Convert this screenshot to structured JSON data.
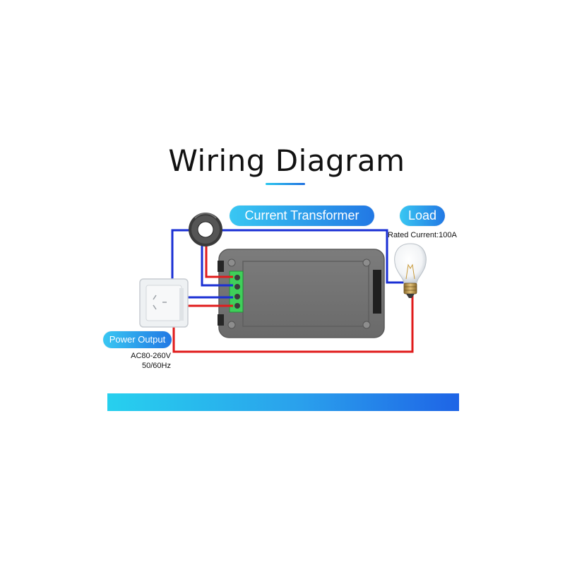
{
  "title": "Wiring Diagram",
  "labels": {
    "current_transformer": "Current Transformer",
    "load": "Load",
    "rated_current": "Rated Current:100A",
    "power_output": "Power Output",
    "voltage": "AC80-260V",
    "frequency": "50/60Hz"
  },
  "colors": {
    "live_wire": "#e01b1b",
    "neutral_wire": "#1a2fd4",
    "accent_start": "#38c6f0",
    "accent_end": "#1d6fe0",
    "meter_body": "#757575"
  },
  "icons": [
    "current-transformer-icon",
    "meter-module-icon",
    "power-socket-icon",
    "light-bulb-icon"
  ]
}
